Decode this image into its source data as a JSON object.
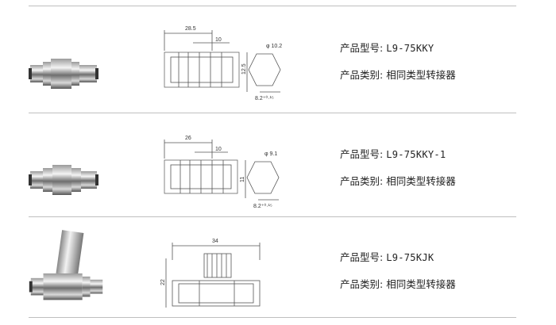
{
  "products": [
    {
      "model_label": "产品型号:",
      "model": "L9-75KKY",
      "category_label": "产品类别:",
      "category": "相同类型转接器",
      "dims": {
        "length": "28.5",
        "sub": "10",
        "dia": "φ 10.2",
        "height": "12.5",
        "tol": "8.2⁺⁰·¹⁵"
      }
    },
    {
      "model_label": "产品型号:",
      "model": "L9-75KKY-1",
      "category_label": "产品类别:",
      "category": "相同类型转接器",
      "dims": {
        "length": "26",
        "sub": "10",
        "dia": "φ 9.1",
        "height": "11",
        "tol": "8.2⁺⁰·¹⁵"
      }
    },
    {
      "model_label": "产品型号:",
      "model": "L9-75KJK",
      "category_label": "产品类别:",
      "category": "相同类型转接器",
      "dims": {
        "length": "34",
        "height": "22"
      }
    }
  ],
  "colors": {
    "separator": "#bfbfbf",
    "metal_light": "#e6e6e6",
    "metal_dark": "#3a3a3a",
    "line": "#555555"
  }
}
